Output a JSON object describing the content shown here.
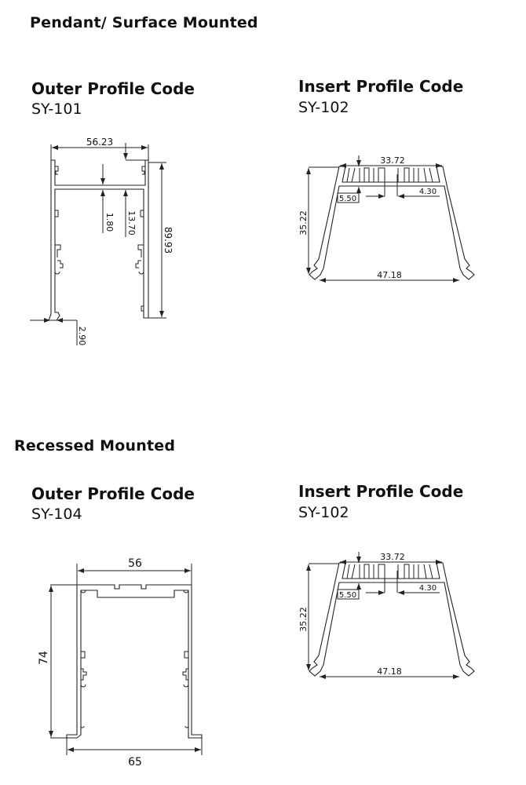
{
  "sections": [
    {
      "title": "Pendant/ Surface Mounted",
      "outer": {
        "label": "Outer Profile Code",
        "code": "SY-101",
        "dims": {
          "width": "56.23",
          "height": "89.93",
          "wall": "1.80",
          "depth": "13.70",
          "foot": "2.90"
        }
      },
      "insert": {
        "label": "Insert Profile Code",
        "code": "SY-102",
        "dims": {
          "top": "33.72",
          "height": "35.22",
          "bottom": "47.18",
          "left": "5.50",
          "right": "4.30"
        }
      }
    },
    {
      "title": "Recessed Mounted",
      "outer": {
        "label": "Outer Profile Code",
        "code": "SY-104",
        "dims": {
          "top": "56",
          "height": "74",
          "bottom": "65"
        }
      },
      "insert": {
        "label": "Insert Profile Code",
        "code": "SY-102",
        "dims": {
          "top": "33.72",
          "height": "35.22",
          "bottom": "47.18",
          "left": "5.50",
          "right": "4.30"
        }
      }
    }
  ]
}
